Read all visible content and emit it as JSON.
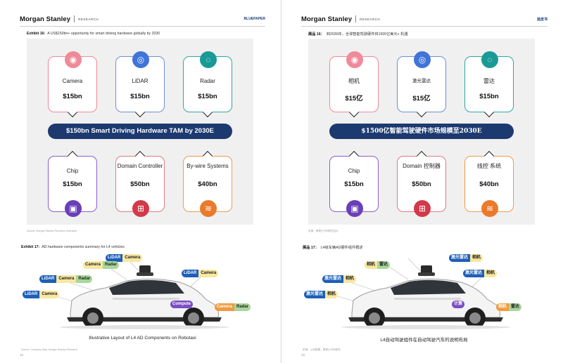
{
  "left": {
    "header": {
      "brand": "Morgan Stanley",
      "research": "RESEARCH",
      "tag": "BLUEPAPER"
    },
    "exhibit16": {
      "label": "Exhibit 16:",
      "title": "A US$150bn+ opportunity for smart driving hardware globally by 2030"
    },
    "cards_top": [
      {
        "label": "Camera",
        "value": "$15bn",
        "icon": "camera-icon",
        "glyph": "◉"
      },
      {
        "label": "LiDAR",
        "value": "$15bn",
        "icon": "lidar-icon",
        "glyph": "◎"
      },
      {
        "label": "Radar",
        "value": "$15bn",
        "icon": "radar-icon",
        "glyph": "◌"
      }
    ],
    "banner": "$150bn Smart Driving Hardware TAM by 2030E",
    "cards_bottom": [
      {
        "label": "Chip",
        "value": "$15bn",
        "icon": "chip-icon",
        "glyph": "▣"
      },
      {
        "label": "Domain Controller",
        "value": "$50bn",
        "icon": "controller-icon",
        "glyph": "⊞"
      },
      {
        "label": "By-wire Systems",
        "value": "$40bn",
        "icon": "bywire-icon",
        "glyph": "≋"
      }
    ],
    "source1": "Source: Morgan Stanley Research estimates",
    "exhibit17": {
      "label": "Exhibit 17:",
      "title": "AD hardware components summary for L4 vehicles"
    },
    "tags": [
      {
        "parts": [
          "LiDAR",
          "Camera"
        ],
        "styles": [
          "t-blue",
          "t-yel"
        ]
      },
      {
        "parts": [
          "Camera",
          "Radar"
        ],
        "styles": [
          "t-yel",
          "t-grn"
        ]
      },
      {
        "parts": [
          "LiDAR",
          "Camera",
          "Radar"
        ],
        "styles": [
          "t-blue",
          "t-yel",
          "t-grn"
        ]
      },
      {
        "parts": [
          "LiDAR",
          "Camera"
        ],
        "styles": [
          "t-blue",
          "t-yel"
        ]
      },
      {
        "parts": [
          "LiDAR",
          "Camera"
        ],
        "styles": [
          "t-blue",
          "t-yel"
        ]
      },
      {
        "parts": [
          "Compute"
        ],
        "styles": [
          "t-pur"
        ]
      },
      {
        "parts": [
          "Camera",
          "Radar"
        ],
        "styles": [
          "t-org",
          "t-grn"
        ]
      }
    ],
    "car_caption": "Illustrative Layout of L4 AD Components on Robotaxi",
    "source2": "Source: Company data, Morgan Stanley Research",
    "page_number": "16"
  },
  "right": {
    "header": {
      "brand": "Morgan Stanley",
      "research": "RESEARCH",
      "tag": "蓝皮书"
    },
    "exhibit16": {
      "label": "展品 16：",
      "title": "到2030年，全球智能驾驶硬件将1500亿美元+ 机遇"
    },
    "cards_top": [
      {
        "label": "相机",
        "value": "$15亿",
        "icon": "camera-icon",
        "glyph": "◉"
      },
      {
        "label": "激光雷达",
        "value": "$15亿",
        "icon": "lidar-icon",
        "glyph": "◎"
      },
      {
        "label": "雷达",
        "value": "$15bn",
        "icon": "radar-icon",
        "glyph": "◌"
      }
    ],
    "banner": "$1500亿智能驾驶硬件市场规模至2030E",
    "cards_bottom": [
      {
        "label": "Chip",
        "value": "$15bn",
        "icon": "chip-icon",
        "glyph": "▣"
      },
      {
        "label": "Domain 控制器",
        "value": "$50bn",
        "icon": "controller-icon",
        "glyph": "⊞"
      },
      {
        "label": "线控 系统",
        "value": "$40bn",
        "icon": "bywire-icon",
        "glyph": "≋"
      }
    ],
    "source1": "来源：摩根士丹利研究估计",
    "exhibit17": {
      "label": "展品 17：",
      "title": "L4级车辆AD硬件组件概述"
    },
    "tags": [
      {
        "parts": [
          "激光雷达",
          "相机"
        ],
        "styles": [
          "t-blue",
          "t-yel"
        ]
      },
      {
        "parts": [
          "相机",
          "雷达"
        ],
        "styles": [
          "t-yel",
          "t-grn"
        ]
      },
      {
        "parts": [
          "激光雷达",
          "相机"
        ],
        "styles": [
          "t-blue",
          "t-yel"
        ]
      },
      {
        "parts": [
          "激光雷达",
          "相机"
        ],
        "styles": [
          "t-blue",
          "t-yel"
        ]
      },
      {
        "parts": [
          "激光雷达",
          "相机"
        ],
        "styles": [
          "t-blue",
          "t-yel"
        ]
      },
      {
        "parts": [
          "计算"
        ],
        "styles": [
          "t-pur"
        ]
      },
      {
        "parts": [
          "相机",
          "雷达"
        ],
        "styles": [
          "t-org",
          "t-grn"
        ]
      }
    ],
    "car_caption": "L4自动驾驶组件在自动驾驶汽车的说明布局",
    "source2": "来源：公司数据，摩根士丹利研究",
    "page_number": "16"
  }
}
